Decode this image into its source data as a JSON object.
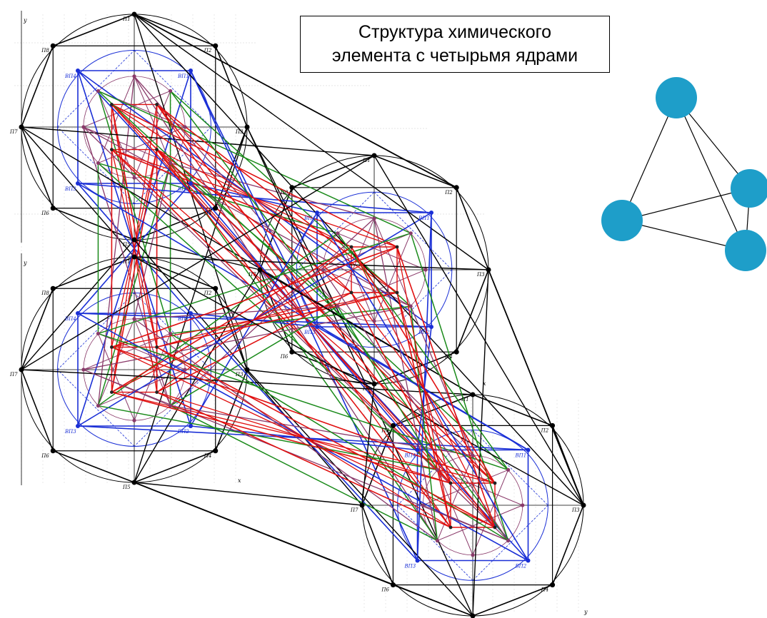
{
  "title": {
    "line1": "Структура химического",
    "line2": "элемента с четырьмя ядрами"
  },
  "axis_labels": {
    "x": "x",
    "y": "y"
  },
  "node_labels": {
    "outer": [
      "П",
      "П",
      "П",
      "П",
      "П",
      "П",
      "П",
      "П"
    ],
    "inner": [
      "ВП",
      "ВП",
      "ВП",
      "ВП"
    ]
  },
  "colors": {
    "outer": "#000000",
    "inner_square": "#1a2fd6",
    "green": "#1a8a1a",
    "red": "#e01010",
    "purple": "#8a3a6a",
    "node": "#1e9ec9"
  }
}
